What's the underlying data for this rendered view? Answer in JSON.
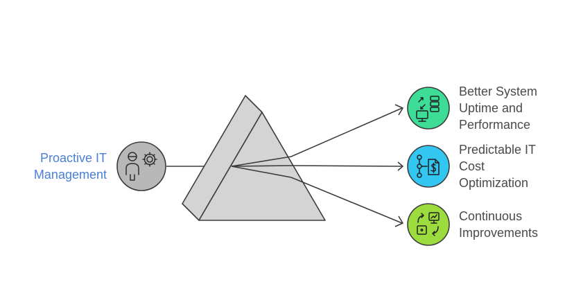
{
  "source": {
    "lines": [
      "Proactive IT",
      "Management"
    ],
    "color": "#4a7fd6",
    "icon": "person-gear-icon",
    "circle_color": "#b8b8b8"
  },
  "prism": {
    "fill": "#d4d4d4",
    "stroke": "#3c3c3c"
  },
  "outputs": [
    {
      "lines": [
        "Better System",
        "Uptime and",
        "Performance"
      ],
      "icon": "server-monitor-icon",
      "circle_color": "#3ddc97"
    },
    {
      "lines": [
        "Predictable IT",
        "Cost",
        "Optimization"
      ],
      "icon": "cost-document-icon",
      "circle_color": "#33c6f0"
    },
    {
      "lines": [
        "Continuous",
        "Improvements"
      ],
      "icon": "cycle-chart-icon",
      "circle_color": "#9ddc3e"
    }
  ]
}
